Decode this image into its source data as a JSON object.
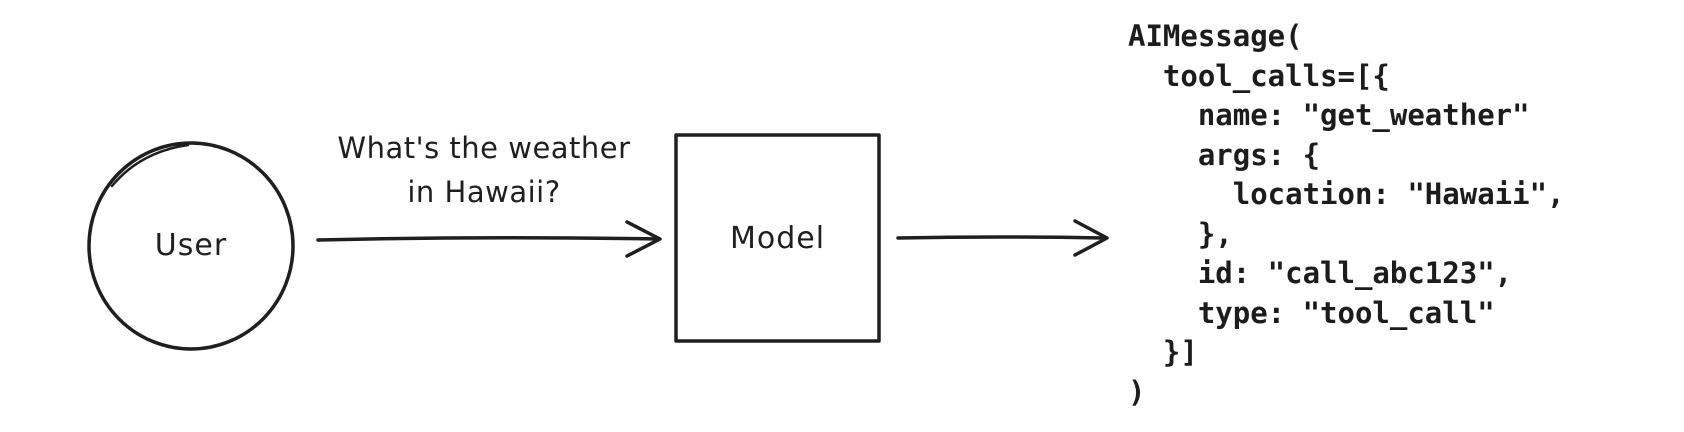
{
  "canvas": {
    "background_color": "#ffffff",
    "ink_color": "#1f1f1f",
    "style": "hand-drawn sketch"
  },
  "nodes": {
    "user": {
      "label": "User",
      "shape": "circle"
    },
    "model": {
      "label": "Model",
      "shape": "rectangle"
    }
  },
  "edges": {
    "user_to_model": {
      "label_line1": "What's the weather",
      "label_line2": "in Hawaii?",
      "direction": "right"
    },
    "model_to_output": {
      "label": "",
      "direction": "right"
    }
  },
  "output": {
    "code_lines": [
      "AIMessage(",
      "  tool_calls=[{",
      "    name: \"get_weather\"",
      "    args: {",
      "      location: \"Hawaii\",",
      "    },",
      "    id: \"call_abc123\",",
      "    type: \"tool_call\"",
      "  }]",
      ")"
    ]
  }
}
